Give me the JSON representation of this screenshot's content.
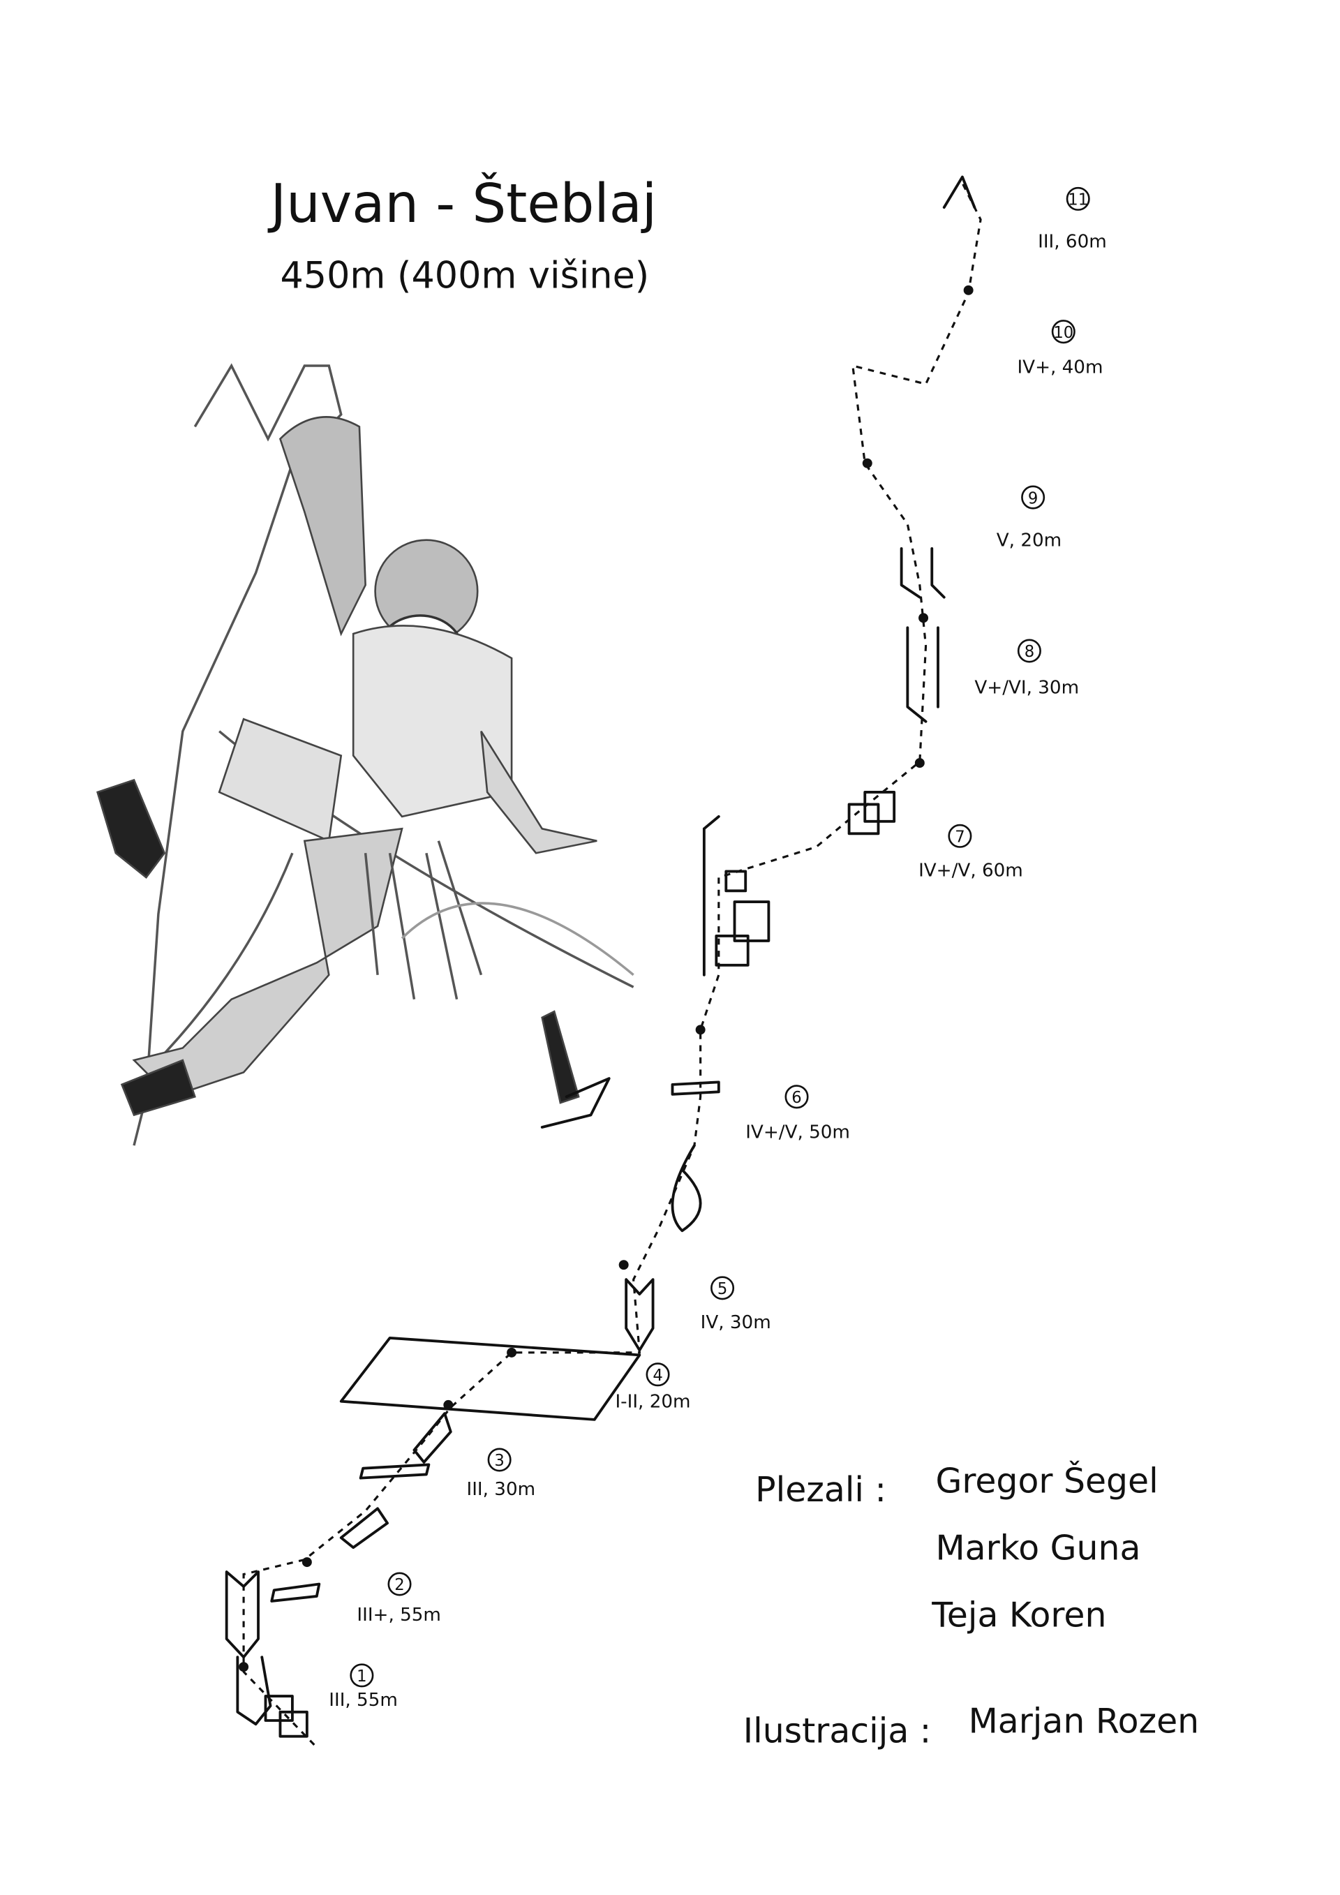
{
  "route": {
    "name": "Juvan - Šteblaj",
    "length": "450m (400m višine)"
  },
  "pitches": [
    {
      "number": "11",
      "grade": "III, 60m"
    },
    {
      "number": "10",
      "grade": "IV+, 40m"
    },
    {
      "number": "9",
      "grade": "V, 20m"
    },
    {
      "number": "8",
      "grade": "V+/VI, 30m"
    },
    {
      "number": "7",
      "grade": "IV+/V, 60m"
    },
    {
      "number": "6",
      "grade": "IV+/V, 50m"
    },
    {
      "number": "5",
      "grade": "IV, 30m"
    },
    {
      "number": "4",
      "grade": "I-II, 20m"
    },
    {
      "number": "3",
      "grade": "III, 30m"
    },
    {
      "number": "2",
      "grade": "III+, 55m"
    },
    {
      "number": "1",
      "grade": "III, 55m"
    }
  ],
  "credits": {
    "climbers_label": "Plezali :",
    "climbers": [
      "Gregor Šegel",
      "Marko Guna",
      "Teja Koren"
    ],
    "illustration_label": "Ilustracija :",
    "illustrator": "Marjan Rozen"
  }
}
